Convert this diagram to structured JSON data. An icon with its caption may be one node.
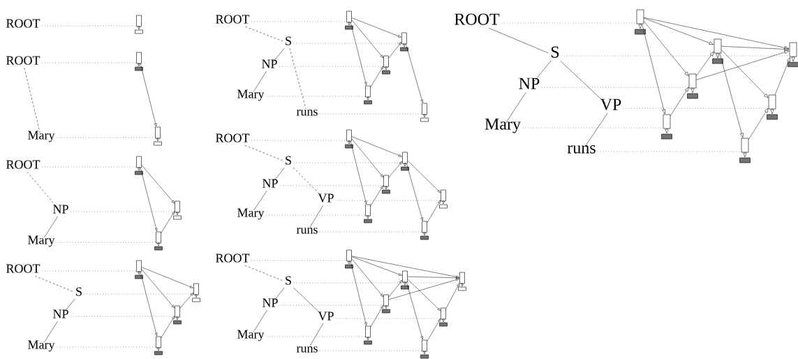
{
  "diagram": {
    "nodes": [
      {
        "text": [
          "ROOT"
        ]
      },
      {
        "text": [],
        "shape": "box"
      },
      {
        "text": [],
        "shape": "box"
      },
      {
        "text": [
          "ROOT"
        ]
      },
      {
        "text": [
          "Mary"
        ]
      },
      {
        "text": [],
        "shape": "box"
      },
      {
        "text": [],
        "shape": "box"
      },
      {
        "text": [],
        "shape": "box"
      },
      {
        "text": [],
        "shape": "box"
      },
      {
        "text": [
          "ROOT"
        ]
      },
      {
        "text": [
          "NP"
        ]
      },
      {
        "text": [
          "Mary"
        ]
      },
      {
        "text": [],
        "shape": "box"
      },
      {
        "text": [],
        "shape": "box"
      },
      {
        "text": [],
        "shape": "box"
      },
      {
        "text": [],
        "shape": "box"
      },
      {
        "text": [],
        "shape": "box"
      },
      {
        "text": [],
        "shape": "box"
      },
      {
        "text": [
          "ROOT"
        ]
      },
      {
        "text": [
          "S"
        ]
      },
      {
        "text": [
          "NP"
        ]
      },
      {
        "text": [
          "Mary"
        ]
      },
      {
        "text": [],
        "shape": "box"
      },
      {
        "text": [],
        "shape": "box"
      },
      {
        "text": [],
        "shape": "box"
      },
      {
        "text": [],
        "shape": "box"
      },
      {
        "text": [],
        "shape": "box"
      },
      {
        "text": [],
        "shape": "box"
      },
      {
        "text": [],
        "shape": "box"
      },
      {
        "text": [],
        "shape": "box"
      },
      {
        "text": [
          "ROOT"
        ]
      },
      {
        "text": [
          "S"
        ]
      },
      {
        "text": [
          "NP"
        ]
      },
      {
        "text": [
          "Mary"
        ]
      },
      {
        "text": [
          "runs"
        ]
      },
      {
        "text": [],
        "shape": "box"
      },
      {
        "text": [],
        "shape": "box"
      },
      {
        "text": [],
        "shape": "box"
      },
      {
        "text": [],
        "shape": "box"
      },
      {
        "text": [],
        "shape": "box"
      },
      {
        "text": [],
        "shape": "box"
      },
      {
        "text": [],
        "shape": "box"
      },
      {
        "text": [],
        "shape": "box"
      },
      {
        "text": [],
        "shape": "box"
      },
      {
        "text": [],
        "shape": "box"
      },
      {
        "text": [
          "ROOT"
        ]
      },
      {
        "text": [
          "S"
        ]
      },
      {
        "text": [
          "NP"
        ]
      },
      {
        "text": [
          "VP"
        ]
      },
      {
        "text": [
          "Mary"
        ]
      },
      {
        "text": [
          "runs"
        ]
      },
      {
        "text": [],
        "shape": "box"
      },
      {
        "text": [],
        "shape": "box"
      },
      {
        "text": [],
        "shape": "box"
      },
      {
        "text": [],
        "shape": "box"
      },
      {
        "text": [],
        "shape": "box"
      },
      {
        "text": [],
        "shape": "box"
      },
      {
        "text": [],
        "shape": "box"
      },
      {
        "text": [],
        "shape": "box"
      },
      {
        "text": [],
        "shape": "box"
      },
      {
        "text": [],
        "shape": "box"
      },
      {
        "text": [],
        "shape": "box"
      },
      {
        "text": [],
        "shape": "box"
      },
      {
        "text": [
          "ROOT"
        ]
      },
      {
        "text": [
          "S"
        ]
      },
      {
        "text": [
          "NP"
        ]
      },
      {
        "text": [
          "VP"
        ]
      },
      {
        "text": [
          "Mary"
        ]
      },
      {
        "text": [
          "runs"
        ]
      },
      {
        "text": [],
        "shape": "box"
      },
      {
        "text": [],
        "shape": "box"
      },
      {
        "text": [],
        "shape": "box"
      },
      {
        "text": [],
        "shape": "box"
      },
      {
        "text": [],
        "shape": "box"
      },
      {
        "text": [],
        "shape": "box"
      },
      {
        "text": [],
        "shape": "box"
      },
      {
        "text": [],
        "shape": "box"
      },
      {
        "text": [],
        "shape": "box"
      },
      {
        "text": [],
        "shape": "box"
      },
      {
        "text": [],
        "shape": "box"
      },
      {
        "text": [],
        "shape": "box"
      },
      {
        "text": [],
        "shape": "box"
      },
      {
        "text": [],
        "shape": "box"
      },
      {
        "text": [
          "ROOT"
        ]
      },
      {
        "text": [
          "S"
        ]
      },
      {
        "text": [
          "NP"
        ]
      },
      {
        "text": [
          "VP"
        ]
      },
      {
        "text": [
          "Mary"
        ]
      },
      {
        "text": [
          "runs"
        ]
      },
      {
        "text": [],
        "shape": "box"
      },
      {
        "text": [],
        "shape": "box"
      },
      {
        "text": [],
        "shape": "box"
      },
      {
        "text": [],
        "shape": "box"
      },
      {
        "text": [],
        "shape": "box"
      },
      {
        "text": [],
        "shape": "box"
      },
      {
        "text": [],
        "shape": "box"
      },
      {
        "text": [],
        "shape": "box"
      },
      {
        "text": [],
        "shape": "box"
      },
      {
        "text": [],
        "shape": "box"
      },
      {
        "text": [],
        "shape": "box"
      },
      {
        "text": [],
        "shape": "box"
      },
      {
        "text": [],
        "shape": "box"
      },
      {
        "text": [],
        "shape": "box"
      }
    ],
    "edges": [
      {
        "from": 0,
        "to": 1,
        "arrow": "none",
        "style": "dashed"
      },
      {
        "from": 3,
        "to": 5,
        "arrow": "none",
        "style": "dashed"
      },
      {
        "from": 4,
        "to": 6,
        "arrow": "none",
        "style": "dashed"
      },
      {
        "from": 9,
        "to": 12,
        "arrow": "none",
        "style": "dashed"
      },
      {
        "from": 10,
        "to": 13,
        "arrow": "none",
        "style": "dashed"
      },
      {
        "from": 11,
        "to": 14,
        "arrow": "none",
        "style": "dashed"
      },
      {
        "from": 18,
        "to": 22,
        "arrow": "none",
        "style": "dashed"
      },
      {
        "from": 19,
        "to": 23,
        "arrow": "none",
        "style": "dashed"
      },
      {
        "from": 20,
        "to": 24,
        "arrow": "none",
        "style": "dashed"
      },
      {
        "from": 21,
        "to": 25,
        "arrow": "none",
        "style": "dashed"
      },
      {
        "from": 30,
        "to": 35,
        "arrow": "none",
        "style": "dashed"
      },
      {
        "from": 31,
        "to": 36,
        "arrow": "none",
        "style": "dashed"
      },
      {
        "from": 32,
        "to": 37,
        "arrow": "none",
        "style": "dashed"
      },
      {
        "from": 33,
        "to": 38,
        "arrow": "none",
        "style": "dashed"
      },
      {
        "from": 34,
        "to": 39,
        "arrow": "none",
        "style": "dashed"
      },
      {
        "from": 45,
        "to": 51,
        "arrow": "none",
        "style": "dashed"
      },
      {
        "from": 46,
        "to": 52,
        "arrow": "none",
        "style": "dashed"
      },
      {
        "from": 47,
        "to": 53,
        "arrow": "none",
        "style": "dashed"
      },
      {
        "from": 48,
        "to": 54,
        "arrow": "none",
        "style": "dashed"
      },
      {
        "from": 49,
        "to": 55,
        "arrow": "none",
        "style": "dashed"
      },
      {
        "from": 50,
        "to": 56,
        "arrow": "none",
        "style": "dashed"
      },
      {
        "from": 63,
        "to": 69,
        "arrow": "none",
        "style": "dashed"
      },
      {
        "from": 64,
        "to": 71,
        "arrow": "none",
        "style": "dashed"
      },
      {
        "from": 65,
        "to": 72,
        "arrow": "none",
        "style": "dashed"
      },
      {
        "from": 66,
        "to": 73,
        "arrow": "none",
        "style": "dashed"
      },
      {
        "from": 67,
        "to": 74,
        "arrow": "none",
        "style": "dashed"
      },
      {
        "from": 68,
        "to": 75,
        "arrow": "none",
        "style": "dashed"
      },
      {
        "from": 83,
        "to": 89,
        "arrow": "none",
        "style": "dashed"
      },
      {
        "from": 84,
        "to": 91,
        "arrow": "none",
        "style": "dashed"
      },
      {
        "from": 85,
        "to": 92,
        "arrow": "none",
        "style": "dashed"
      },
      {
        "from": 86,
        "to": 93,
        "arrow": "none",
        "style": "dashed"
      },
      {
        "from": 87,
        "to": 94,
        "arrow": "none",
        "style": "dashed"
      },
      {
        "from": 88,
        "to": 95,
        "arrow": "none",
        "style": "dashed"
      },
      {
        "from": 1,
        "to": 2,
        "arrow": "to"
      },
      {
        "from": 5,
        "to": 7,
        "arrow": "to"
      },
      {
        "from": 6,
        "to": 8,
        "arrow": "to"
      },
      {
        "from": 12,
        "to": 15,
        "arrow": "to"
      },
      {
        "from": 13,
        "to": 16,
        "arrow": "to"
      },
      {
        "from": 14,
        "to": 17,
        "arrow": "to"
      },
      {
        "from": 22,
        "to": 26,
        "arrow": "to"
      },
      {
        "from": 23,
        "to": 27,
        "arrow": "to"
      },
      {
        "from": 24,
        "to": 28,
        "arrow": "to"
      },
      {
        "from": 25,
        "to": 29,
        "arrow": "to"
      },
      {
        "from": 35,
        "to": 40,
        "arrow": "to"
      },
      {
        "from": 36,
        "to": 41,
        "arrow": "to"
      },
      {
        "from": 37,
        "to": 42,
        "arrow": "to"
      },
      {
        "from": 38,
        "to": 43,
        "arrow": "to"
      },
      {
        "from": 39,
        "to": 44,
        "arrow": "to"
      },
      {
        "from": 51,
        "to": 57,
        "arrow": "to"
      },
      {
        "from": 52,
        "to": 58,
        "arrow": "to"
      },
      {
        "from": 53,
        "to": 59,
        "arrow": "to"
      },
      {
        "from": 54,
        "to": 60,
        "arrow": "to"
      },
      {
        "from": 55,
        "to": 61,
        "arrow": "to"
      },
      {
        "from": 56,
        "to": 62,
        "arrow": "to"
      },
      {
        "from": 69,
        "to": 76,
        "arrow": "to"
      },
      {
        "from": 70,
        "to": 77,
        "arrow": "to"
      },
      {
        "from": 71,
        "to": 78,
        "arrow": "to"
      },
      {
        "from": 72,
        "to": 79,
        "arrow": "to"
      },
      {
        "from": 73,
        "to": 80,
        "arrow": "to"
      },
      {
        "from": 74,
        "to": 81,
        "arrow": "to"
      },
      {
        "from": 75,
        "to": 82,
        "arrow": "to"
      },
      {
        "from": 89,
        "to": 96,
        "arrow": "to"
      },
      {
        "from": 90,
        "to": 97,
        "arrow": "to"
      },
      {
        "from": 91,
        "to": 98,
        "arrow": "to"
      },
      {
        "from": 92,
        "to": 99,
        "arrow": "to"
      },
      {
        "from": 93,
        "to": 100,
        "arrow": "to"
      },
      {
        "from": 94,
        "to": 101,
        "arrow": "to"
      },
      {
        "from": 95,
        "to": 102,
        "arrow": "to"
      },
      {
        "from": 3,
        "to": 4,
        "arrow": "none",
        "style": "dashed"
      },
      {
        "from": 9,
        "to": 10,
        "arrow": "none",
        "style": "dashed"
      },
      {
        "from": 10,
        "to": 11,
        "arrow": "none"
      },
      {
        "from": 18,
        "to": 19,
        "arrow": "none",
        "style": "dashed"
      },
      {
        "from": 19,
        "to": 20,
        "arrow": "none"
      },
      {
        "from": 20,
        "to": 21,
        "arrow": "none"
      },
      {
        "from": 30,
        "to": 31,
        "arrow": "none",
        "style": "dashed"
      },
      {
        "from": 31,
        "to": 32,
        "arrow": "none"
      },
      {
        "from": 32,
        "to": 33,
        "arrow": "none"
      },
      {
        "from": 31,
        "to": 34,
        "arrow": "none",
        "style": "dashed"
      },
      {
        "from": 45,
        "to": 46,
        "arrow": "none",
        "style": "dashed"
      },
      {
        "from": 46,
        "to": 47,
        "arrow": "none"
      },
      {
        "from": 46,
        "to": 48,
        "arrow": "none",
        "style": "dashed"
      },
      {
        "from": 47,
        "to": 49,
        "arrow": "none"
      },
      {
        "from": 48,
        "to": 50,
        "arrow": "none"
      },
      {
        "from": 63,
        "to": 64,
        "arrow": "none",
        "style": "dashed"
      },
      {
        "from": 64,
        "to": 65,
        "arrow": "none"
      },
      {
        "from": 64,
        "to": 66,
        "arrow": "none"
      },
      {
        "from": 65,
        "to": 67,
        "arrow": "none"
      },
      {
        "from": 66,
        "to": 68,
        "arrow": "none"
      },
      {
        "from": 83,
        "to": 84,
        "arrow": "none"
      },
      {
        "from": 84,
        "to": 85,
        "arrow": "none"
      },
      {
        "from": 84,
        "to": 86,
        "arrow": "none"
      },
      {
        "from": 85,
        "to": 87,
        "arrow": "none"
      },
      {
        "from": 86,
        "to": 88,
        "arrow": "none"
      },
      {
        "from": 5,
        "to": 6,
        "arrow": "to"
      },
      {
        "from": 12,
        "to": 13,
        "arrow": "to"
      },
      {
        "from": 12,
        "to": 14,
        "arrow": "to"
      },
      {
        "from": 14,
        "to": 13,
        "arrow": "to"
      },
      {
        "from": 22,
        "to": 23,
        "arrow": "to"
      },
      {
        "from": 22,
        "to": 24,
        "arrow": "to"
      },
      {
        "from": 22,
        "to": 25,
        "arrow": "to"
      },
      {
        "from": 25,
        "to": 24,
        "arrow": "to"
      },
      {
        "from": 24,
        "to": 23,
        "arrow": "to"
      },
      {
        "from": 35,
        "to": 36,
        "arrow": "to"
      },
      {
        "from": 35,
        "to": 37,
        "arrow": "to"
      },
      {
        "from": 35,
        "to": 38,
        "arrow": "to"
      },
      {
        "from": 38,
        "to": 37,
        "arrow": "to"
      },
      {
        "from": 37,
        "to": 36,
        "arrow": "to"
      },
      {
        "from": 36,
        "to": 39,
        "arrow": "to"
      },
      {
        "from": 51,
        "to": 52,
        "arrow": "to"
      },
      {
        "from": 51,
        "to": 53,
        "arrow": "to"
      },
      {
        "from": 51,
        "to": 55,
        "arrow": "to"
      },
      {
        "from": 55,
        "to": 53,
        "arrow": "to"
      },
      {
        "from": 53,
        "to": 52,
        "arrow": "to"
      },
      {
        "from": 52,
        "to": 54,
        "arrow": "to"
      },
      {
        "from": 52,
        "to": 56,
        "arrow": "to"
      },
      {
        "from": 56,
        "to": 54,
        "arrow": "to"
      },
      {
        "from": 69,
        "to": 70,
        "arrow": "to"
      },
      {
        "from": 69,
        "to": 71,
        "arrow": "to"
      },
      {
        "from": 69,
        "to": 72,
        "arrow": "to"
      },
      {
        "from": 69,
        "to": 74,
        "arrow": "to"
      },
      {
        "from": 70,
        "to": 71,
        "arrow": "to"
      },
      {
        "from": 70,
        "to": 73,
        "arrow": "to"
      },
      {
        "from": 70,
        "to": 75,
        "arrow": "to"
      },
      {
        "from": 72,
        "to": 70,
        "arrow": "to"
      },
      {
        "from": 72,
        "to": 71,
        "arrow": "to"
      },
      {
        "from": 74,
        "to": 72,
        "arrow": "to"
      },
      {
        "from": 75,
        "to": 73,
        "arrow": "to"
      },
      {
        "from": 73,
        "to": 71,
        "arrow": "to"
      },
      {
        "from": 89,
        "to": 90,
        "arrow": "to"
      },
      {
        "from": 89,
        "to": 91,
        "arrow": "to"
      },
      {
        "from": 89,
        "to": 92,
        "arrow": "to"
      },
      {
        "from": 89,
        "to": 94,
        "arrow": "to"
      },
      {
        "from": 90,
        "to": 91,
        "arrow": "to"
      },
      {
        "from": 90,
        "to": 93,
        "arrow": "to"
      },
      {
        "from": 90,
        "to": 95,
        "arrow": "to"
      },
      {
        "from": 92,
        "to": 90,
        "arrow": "to"
      },
      {
        "from": 92,
        "to": 91,
        "arrow": "to"
      },
      {
        "from": 94,
        "to": 92,
        "arrow": "to"
      },
      {
        "from": 95,
        "to": 93,
        "arrow": "to"
      },
      {
        "from": 93,
        "to": 91,
        "arrow": "to"
      }
    ]
  }
}
